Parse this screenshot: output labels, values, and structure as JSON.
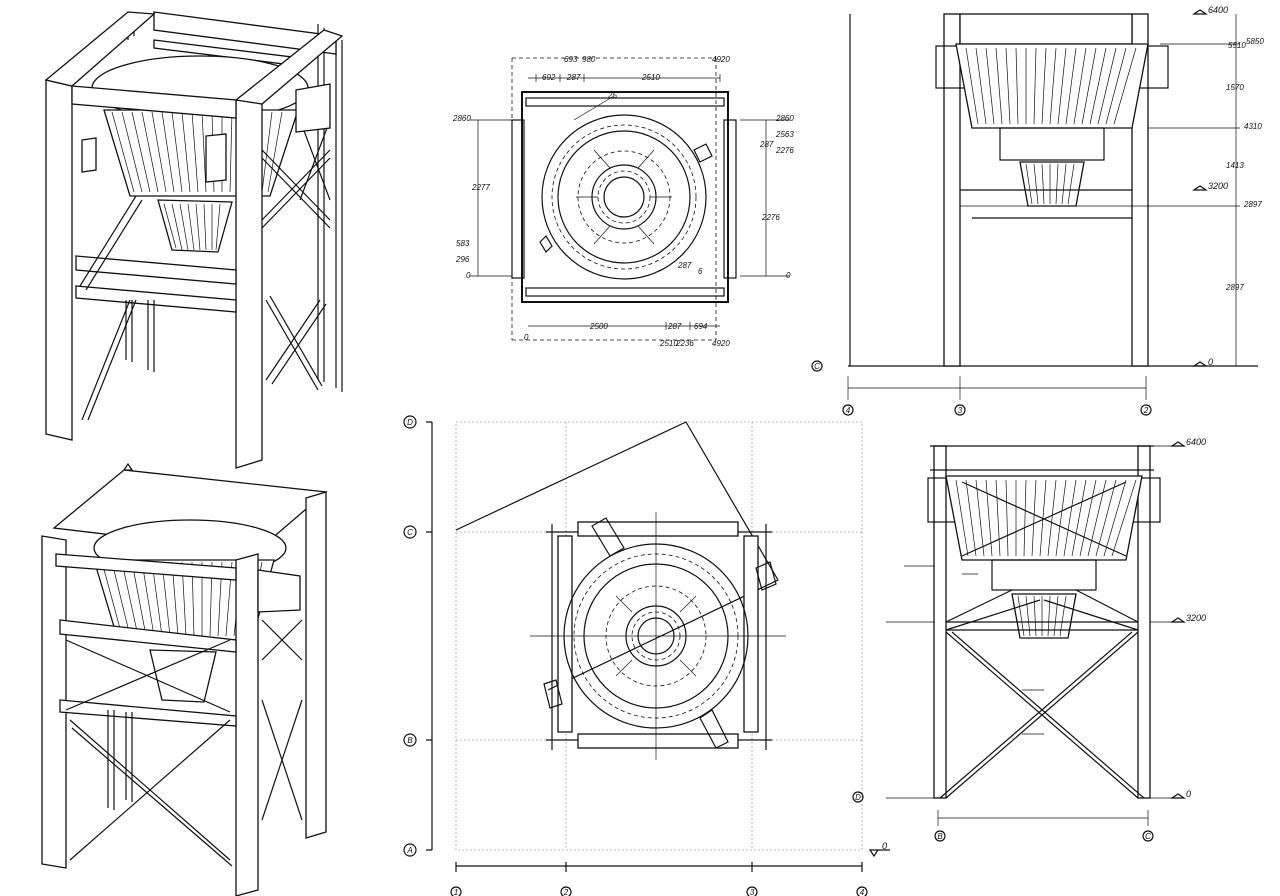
{
  "plan_top": {
    "dims_top": [
      "692",
      "287",
      "2510"
    ],
    "dims_top_vertical": [
      "693",
      "980",
      "4920"
    ],
    "dims_right": [
      "2860",
      "2563",
      "2276"
    ],
    "dim_right_small": "287",
    "dim_left_top": "2860",
    "dim_left_vertical": [
      "2277",
      "2276"
    ],
    "dims_left": [
      "583",
      "296"
    ],
    "origin_labels": [
      "0",
      "0",
      "0"
    ],
    "dims_bottom": [
      "2500",
      "287",
      "694"
    ],
    "dims_bottom_vertical": [
      "2510",
      "2236",
      "4920"
    ],
    "ring_dims": [
      "287",
      "6",
      "25"
    ]
  },
  "plan_bottom": {
    "grid_bubbles": [
      "D",
      "C",
      "B",
      "A"
    ],
    "column_bubbles": [
      "1",
      "2",
      "3",
      "4"
    ],
    "level": "0"
  },
  "elev_top": {
    "levels": [
      "6400",
      "3200",
      "0"
    ],
    "right_dims": [
      "5850",
      "5510",
      "4310",
      "2897"
    ],
    "right_vertical": [
      "1570",
      "1413",
      "2897"
    ],
    "left_bubble": "C",
    "bottom_bubbles": [
      "4",
      "3",
      "2"
    ]
  },
  "elev_bottom": {
    "levels": [
      "6400",
      "3200",
      "0"
    ],
    "left_bubble": "D",
    "bottom_bubbles": [
      "B",
      "C"
    ]
  }
}
